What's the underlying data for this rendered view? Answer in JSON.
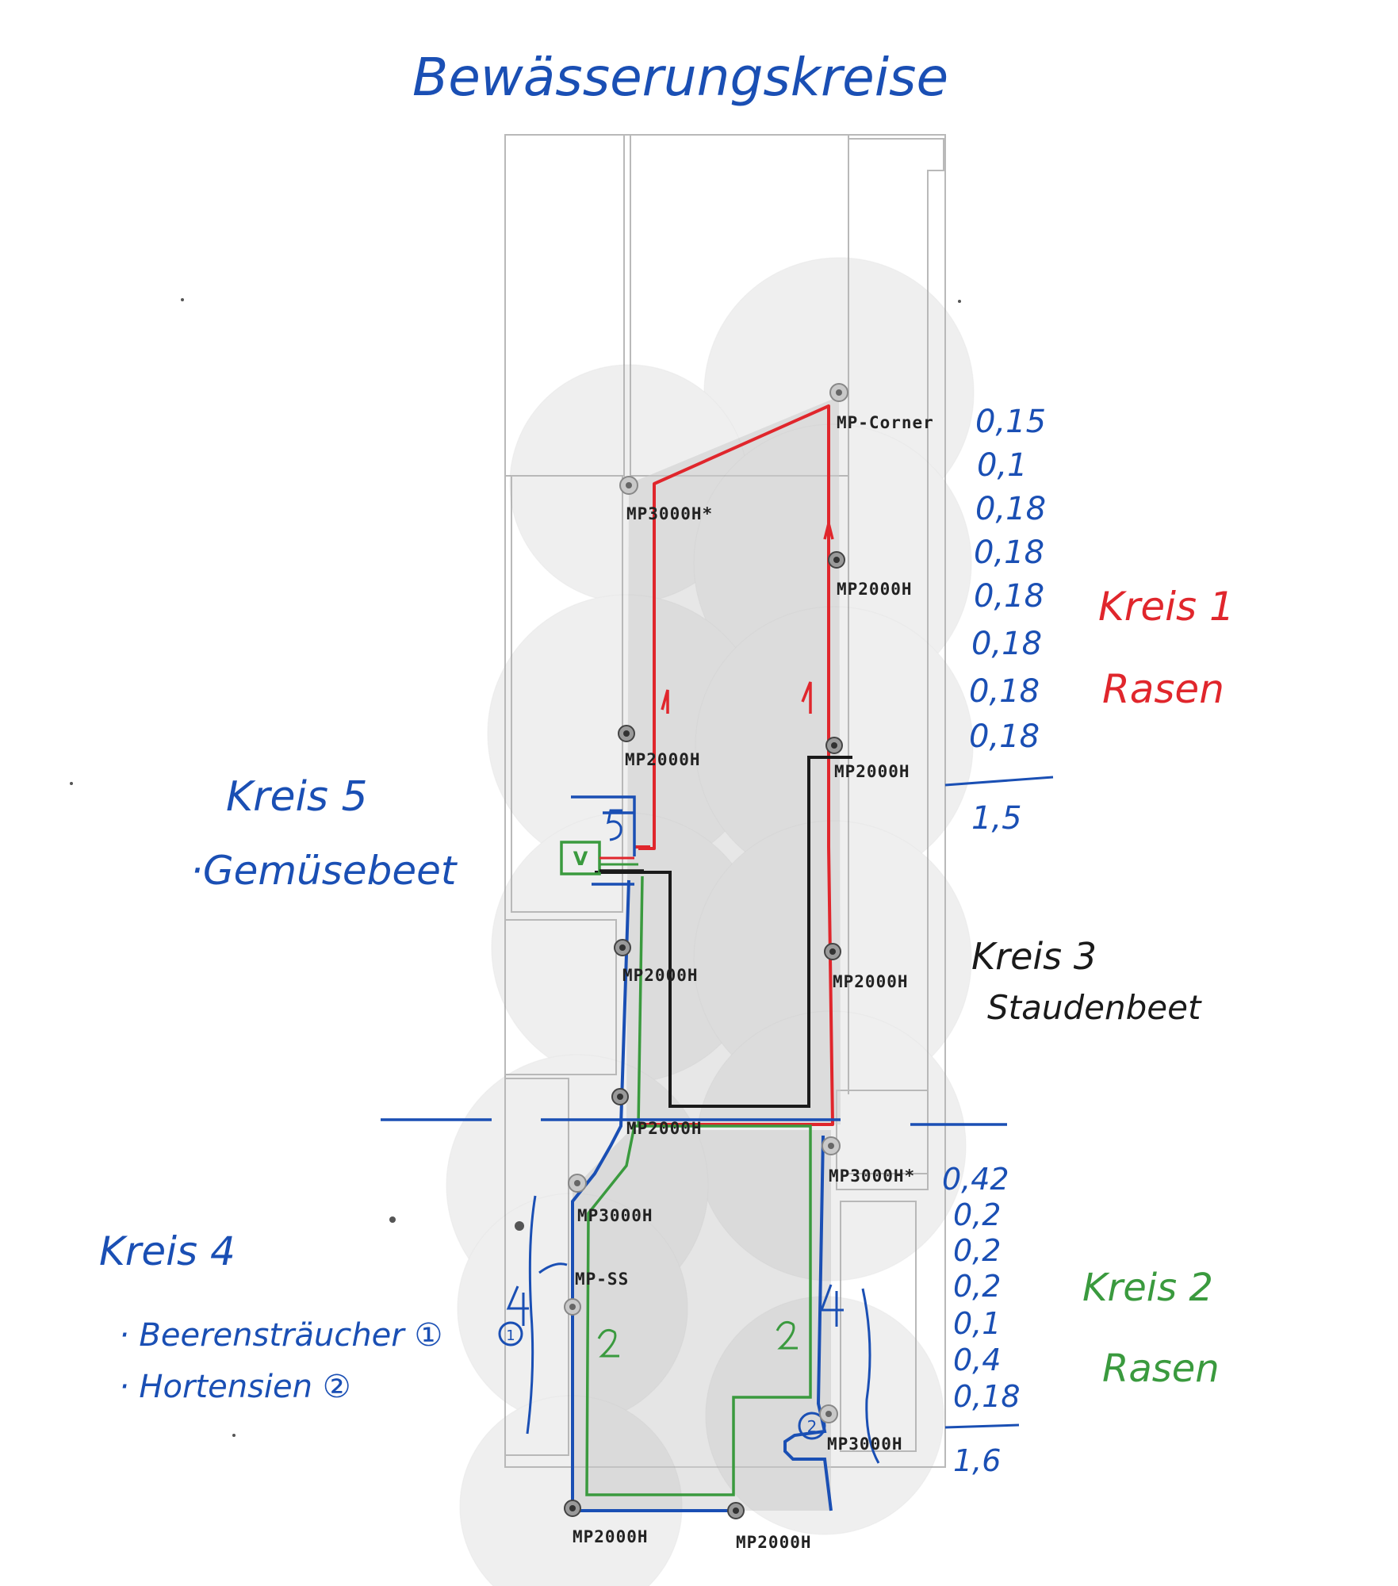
{
  "title": "Bewässerungskreise",
  "colors": {
    "blue": "#1a4fb4",
    "red": "#e0262c",
    "green": "#3a9a3e",
    "black": "#1a1a1a",
    "zone_fill": "#c8c8c8",
    "plan_line": "#b9b9b9"
  },
  "sprinkler_labels": {
    "mp_corner": "MP-Corner",
    "mp3000h_top": "MP3000H*",
    "mp2000h_right1": "MP2000H",
    "mp2000h_left1": "MP2000H",
    "mp2000h_right2": "MP2000H",
    "mp2000h_left2": "MP2000H",
    "mp2000h_right3": "MP2000H",
    "mp2000h_mid": "MP2000H",
    "mp3000h_right_mid": "MP3000H*",
    "mp3000h_left_low": "MP3000H",
    "mp_ss": "MP-SS",
    "mp3000h_right_low": "MP3000H",
    "mp2000h_bottom_left": "MP2000H",
    "mp2000h_bottom_right": "MP2000H"
  },
  "kreis1": {
    "label": "Kreis 1",
    "sub": "Rasen",
    "values": [
      "0,15",
      "0,1",
      "0,18",
      "0,18",
      "0,18",
      "0,18",
      "0,18",
      "0,18"
    ],
    "total": "1,5",
    "marker": "1"
  },
  "kreis2": {
    "label": "Kreis 2",
    "sub": "Rasen",
    "values": [
      "0,42",
      "0,2",
      "0,2",
      "0,2",
      "0,1",
      "0,4",
      "0,18"
    ],
    "total": "1,6",
    "marker": "2"
  },
  "kreis3": {
    "label": "Kreis 3",
    "sub": "Staudenbeet"
  },
  "kreis4": {
    "label": "Kreis 4",
    "items": [
      "· Beerensträucher ①",
      "· Hortensien ②"
    ],
    "marker": "4",
    "circle1": "①",
    "circle2": "②"
  },
  "kreis5": {
    "label": "Kreis 5",
    "sub": "·Gemüsebeet",
    "marker": "5"
  },
  "valve": {
    "label": "V"
  }
}
